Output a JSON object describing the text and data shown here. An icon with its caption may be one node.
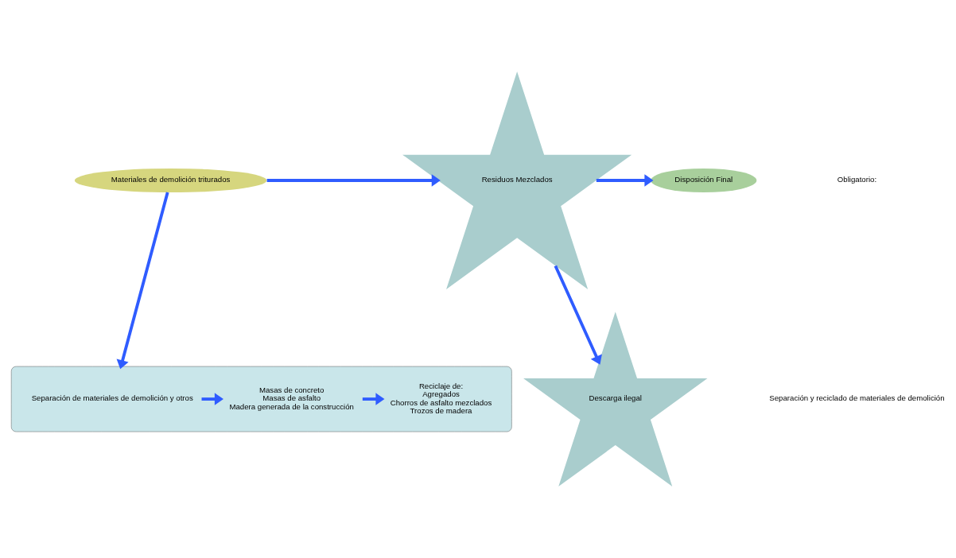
{
  "diagram": {
    "nodes": [
      {
        "text": [
          "Materiales de demolición triturados"
        ]
      },
      {
        "text": [
          "Residuos Mezclados"
        ]
      },
      {
        "text": [
          "Disposición Final"
        ]
      },
      {
        "text": [
          "Descarga ilegal"
        ]
      },
      {
        "text": [],
        "shape": "box"
      },
      {
        "text": [
          "Separación de materiales de demolición y otros"
        ],
        "in": 4
      },
      {
        "text": [
          "Masas de concreto",
          "Masas de asfalto",
          "Madera generada de la construcción"
        ],
        "in": 4
      },
      {
        "text": [
          "Reciclaje de:",
          "Agregados",
          "Chorros de asfalto mezclados",
          "Trozos de madera"
        ],
        "in": 4
      }
    ],
    "edges": [
      {
        "from": 0,
        "to": 1,
        "arrow": "to"
      },
      {
        "from": 1,
        "to": 2,
        "arrow": "to"
      },
      {
        "from": 1,
        "to": 3,
        "arrow": "to"
      },
      {
        "from": 0,
        "to": 4,
        "arrow": "to"
      },
      {
        "from": 5,
        "to": 6,
        "arrow": "to"
      },
      {
        "from": 6,
        "to": 7,
        "arrow": "to"
      }
    ],
    "labels": [
      "Obligatorio:",
      "Separación y reciclado de materiales de demolición"
    ]
  }
}
